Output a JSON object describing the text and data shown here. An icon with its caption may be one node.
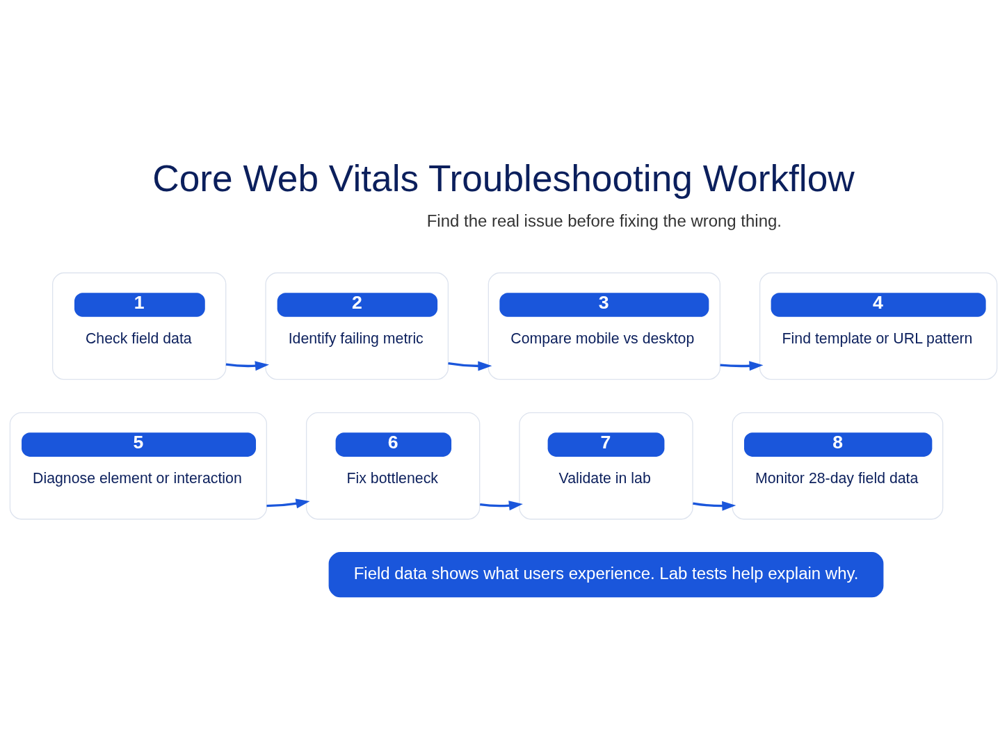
{
  "diagram": {
    "title": "Core Web Vitals Troubleshooting Workflow",
    "nodes": [
      {
        "text": [
          "1",
          "Check field data"
        ]
      },
      {
        "text": [
          "2",
          "Identify failing metric"
        ]
      },
      {
        "text": [
          "3",
          "Compare mobile vs desktop"
        ]
      },
      {
        "text": [
          "4",
          "Find template or URL pattern"
        ]
      },
      {
        "text": [
          "5",
          "Diagnose element or interaction"
        ]
      },
      {
        "text": [
          "6",
          "Fix bottleneck"
        ]
      },
      {
        "text": [
          "7",
          "Validate in lab"
        ]
      },
      {
        "text": [
          "8",
          "Monitor 28-day field data"
        ]
      },
      {
        "text": [
          "Field data shows what users experience. Lab tests help explain why."
        ]
      }
    ],
    "edges": [
      {
        "from": 0,
        "to": 1,
        "arrow": "to"
      },
      {
        "from": 1,
        "to": 2,
        "arrow": "to"
      },
      {
        "from": 2,
        "to": 3,
        "arrow": "to"
      },
      {
        "from": 4,
        "to": 5,
        "arrow": "to"
      },
      {
        "from": 5,
        "to": 6,
        "arrow": "to"
      },
      {
        "from": 6,
        "to": 7,
        "arrow": "to"
      }
    ],
    "labels": [
      "Find the real issue before fixing the wrong thing."
    ]
  }
}
